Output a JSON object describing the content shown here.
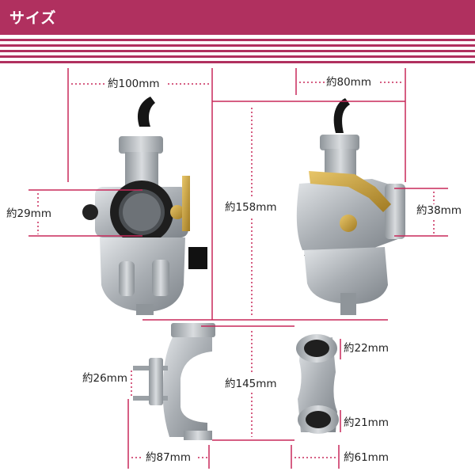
{
  "header": {
    "title": "サイズ"
  },
  "colors": {
    "accent": "#b0305f",
    "dimension_line": "#c8285a"
  },
  "dimensions": {
    "top_left_width": "約100mm",
    "top_right_width": "約80mm",
    "left_bore": "約29mm",
    "total_height": "約158mm",
    "right_port": "約38mm",
    "manifold_outlet": "約22mm",
    "manifold_flange": "約26mm",
    "manifold_height": "約145mm",
    "manifold_inlet": "約21mm",
    "manifold_width": "約87mm",
    "manifold_depth": "約61mm"
  }
}
